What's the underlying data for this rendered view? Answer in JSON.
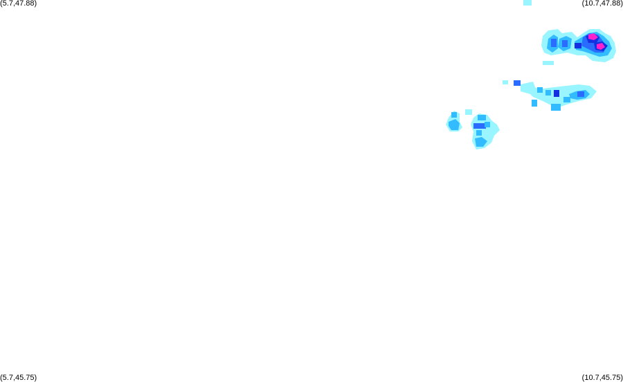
{
  "map": {
    "colors": {
      "background": "#ffffff",
      "light": "#99f5ff",
      "medium": "#33bbff",
      "strong": "#2a6cff",
      "heavy": "#1530e0",
      "extreme": "#ff22cc"
    },
    "corners": {
      "top_left": "(5.7,47.88)",
      "top_right": "(10.7,47.88)",
      "bottom_left": "(5.7,45.75)",
      "bottom_right": "(10.7,45.75)"
    }
  }
}
